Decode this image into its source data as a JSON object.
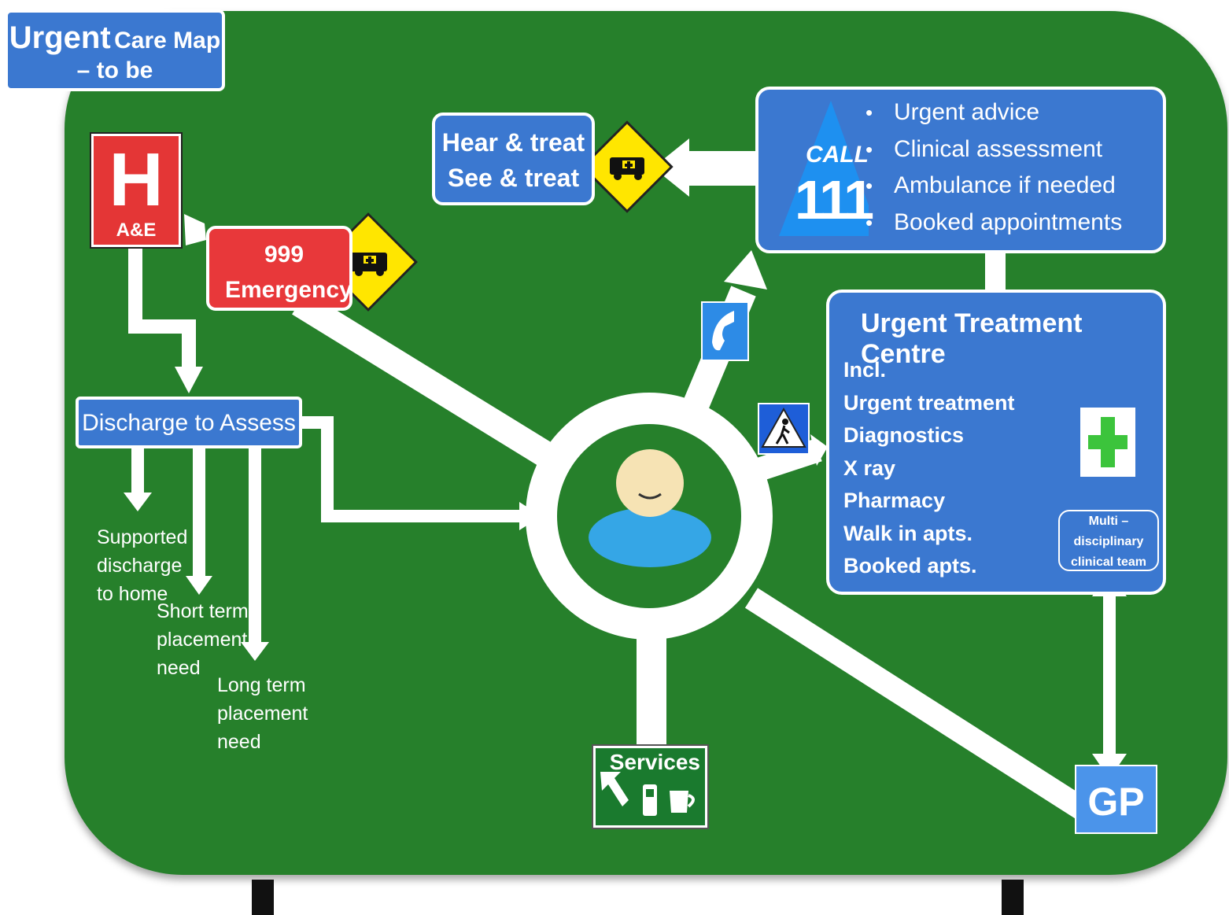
{
  "title": {
    "word1": "Urgent",
    "word2": "Care Map",
    "line2": "– to be"
  },
  "hospital": {
    "letter": "H",
    "label": "A&E"
  },
  "emergency": {
    "line1": "999",
    "line2": "Emergency"
  },
  "hear_treat": {
    "line1": "Hear & treat",
    "line2": "See & treat"
  },
  "call111": {
    "call_label": "CALL",
    "number": "111",
    "items": [
      "Urgent advice",
      "Clinical assessment",
      "Ambulance if needed",
      "Booked appointments"
    ]
  },
  "utc": {
    "title": "Urgent Treatment Centre",
    "lines": [
      "Incl.",
      "Urgent treatment",
      "Diagnostics",
      "X ray",
      "Pharmacy",
      "Walk in apts.",
      "Booked apts."
    ],
    "team": [
      "Multi –",
      "disciplinary",
      "clinical team"
    ]
  },
  "discharge": {
    "label": "Discharge to Assess",
    "supported": [
      "Supported",
      "discharge",
      "to home"
    ],
    "short_term": [
      "Short term",
      "placement",
      "need"
    ],
    "long_term": [
      "Long term",
      "placement",
      "need"
    ]
  },
  "services": {
    "label": "Services"
  },
  "gp": {
    "label": "GP"
  },
  "colors": {
    "sign_green": "#26802b",
    "box_blue": "#3b78d0",
    "emergency_red": "#e8383a",
    "warning_yellow": "#ffe600"
  },
  "icons": [
    "ambulance-warning-icon",
    "phone-icon",
    "pedestrian-crossing-icon",
    "medical-cross-icon",
    "patient-avatar-icon",
    "fuel-icon",
    "cup-icon",
    "arrow-up-left-icon"
  ]
}
